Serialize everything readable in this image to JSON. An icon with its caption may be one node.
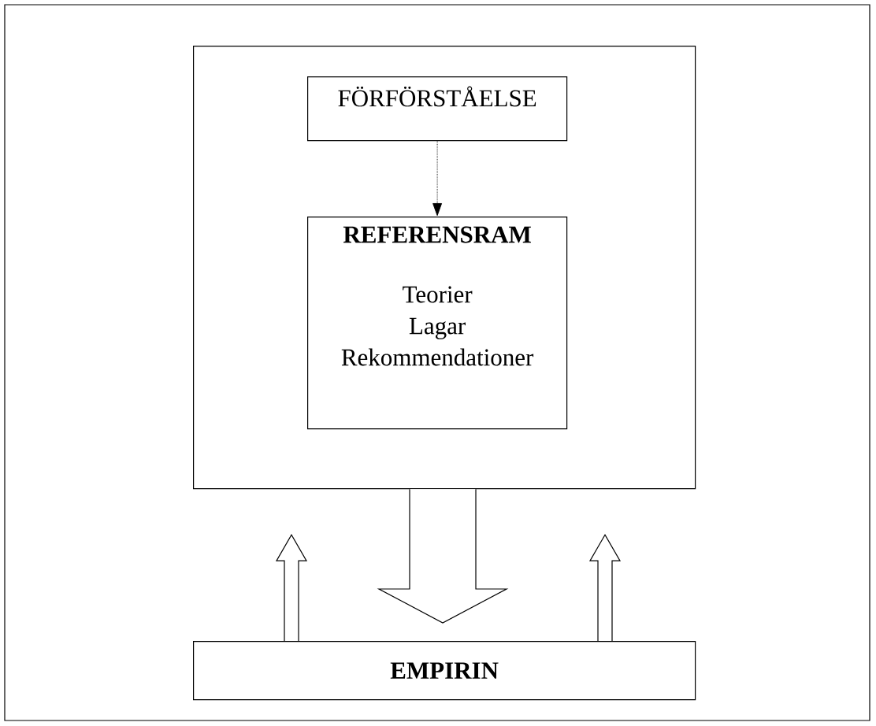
{
  "diagram": {
    "nodes": [
      {
        "text": [],
        "shape": "box"
      },
      {
        "text": [
          "FÖRFÖRSTÅELSE"
        ],
        "in": 0
      },
      {
        "text": [
          "REFERENSRAM",
          "Teorier",
          "Lagar",
          "Rekommendationer"
        ],
        "in": 0
      },
      {
        "text": [
          "EMPIRIN"
        ]
      }
    ],
    "edges": [
      {
        "from": 1,
        "to": 2,
        "arrow": "to",
        "style": "dashed"
      },
      {
        "from": 0,
        "to": 3,
        "arrow": "to"
      },
      {
        "from": 3,
        "to": 0,
        "arrow": "to"
      },
      {
        "from": 3,
        "to": 0,
        "arrow": "to"
      }
    ]
  }
}
